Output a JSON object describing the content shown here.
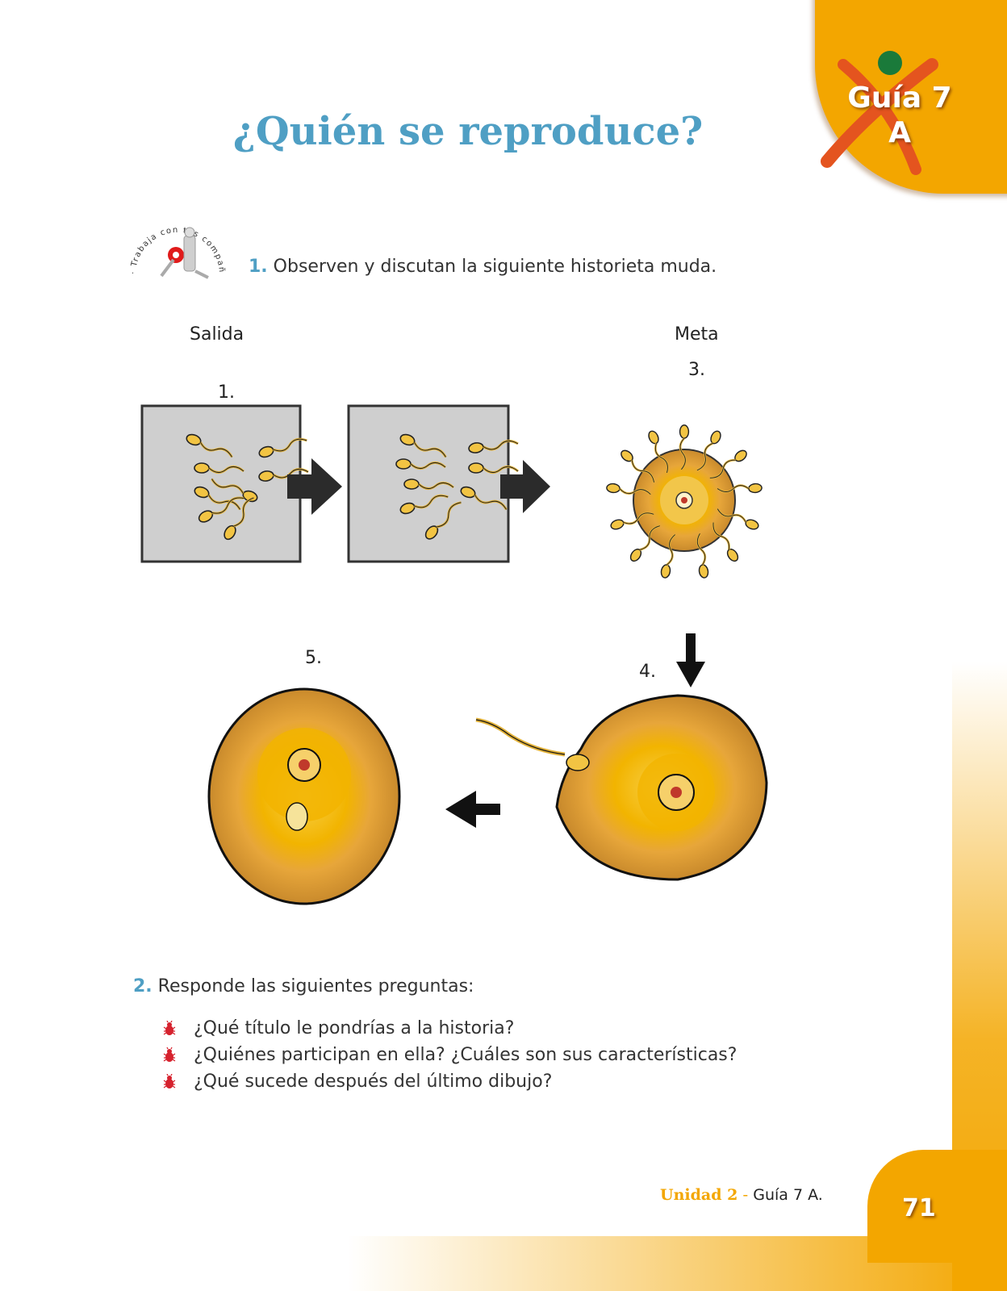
{
  "header": {
    "title": "¿Quién se reproduce?",
    "guide_line1": "Guía 7",
    "guide_line2": "A"
  },
  "team_badge": {
    "arc_text": "· Trabaja con tus compañeros ·"
  },
  "activity1": {
    "number": "1.",
    "text": "Observen y discutan la siguiente historieta muda."
  },
  "comic": {
    "start_label": "Salida",
    "goal_label": "Meta",
    "step1": "1.",
    "step3": "3.",
    "step4": "4.",
    "step5": "5."
  },
  "activity2": {
    "number": "2.",
    "text": "Responde las siguientes preguntas:",
    "questions": [
      "¿Qué título le pondrías a la historia?",
      "¿Quiénes participan en ella? ¿Cuáles son sus características?",
      "¿Qué sucede después del último dibujo?"
    ]
  },
  "footer": {
    "unit": "Unidad 2",
    "separator": " - ",
    "guide": "Guía 7 A.",
    "page_number": "71"
  },
  "colors": {
    "accent_orange": "#f3a600",
    "title_blue": "#4f9fc4",
    "egg_yellow": "#f2b400"
  },
  "icons": [
    "team-badge-icon",
    "bug-bullet-icon",
    "arrow-right-icon",
    "arrow-down-icon",
    "arrow-left-icon"
  ]
}
